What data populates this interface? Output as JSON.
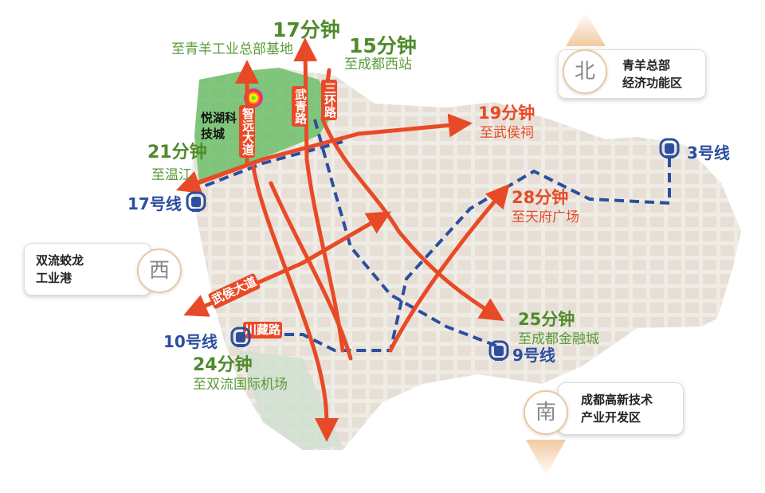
{
  "colors": {
    "road": "#e84a27",
    "metro": "#2b4ea0",
    "time_green": "#4f8a2b",
    "green_zone": "#6cc06a"
  },
  "destinations": [
    {
      "time": "17分钟",
      "dest": "至青羊工业总部基地"
    },
    {
      "time": "15分钟",
      "dest": "至成都西站"
    },
    {
      "time": "19分钟",
      "dest": "至武侯祠"
    },
    {
      "time": "21分钟",
      "dest": "至温江"
    },
    {
      "time": "28分钟",
      "dest": "至天府广场"
    },
    {
      "time": "25分钟",
      "dest": "至成都金融城"
    },
    {
      "time": "24分钟",
      "dest": "至双流国际机场"
    }
  ],
  "roads": {
    "zhiyuan": "智远大道",
    "wuqing": "武青路",
    "sanhuan": "三环路",
    "wuhou": "武侯大道",
    "chuanzang": "川藏路"
  },
  "zone": "悦湖科技城",
  "metro_lines": [
    "17号线",
    "3号线",
    "10号线",
    "9号线"
  ],
  "compass": {
    "north": {
      "dir": "北",
      "label": "青羊总部\n经济功能区"
    },
    "west": {
      "dir": "西",
      "label": "双流蛟龙\n工业港"
    },
    "south": {
      "dir": "南",
      "label": "成都高新技术\n产业开发区"
    }
  }
}
